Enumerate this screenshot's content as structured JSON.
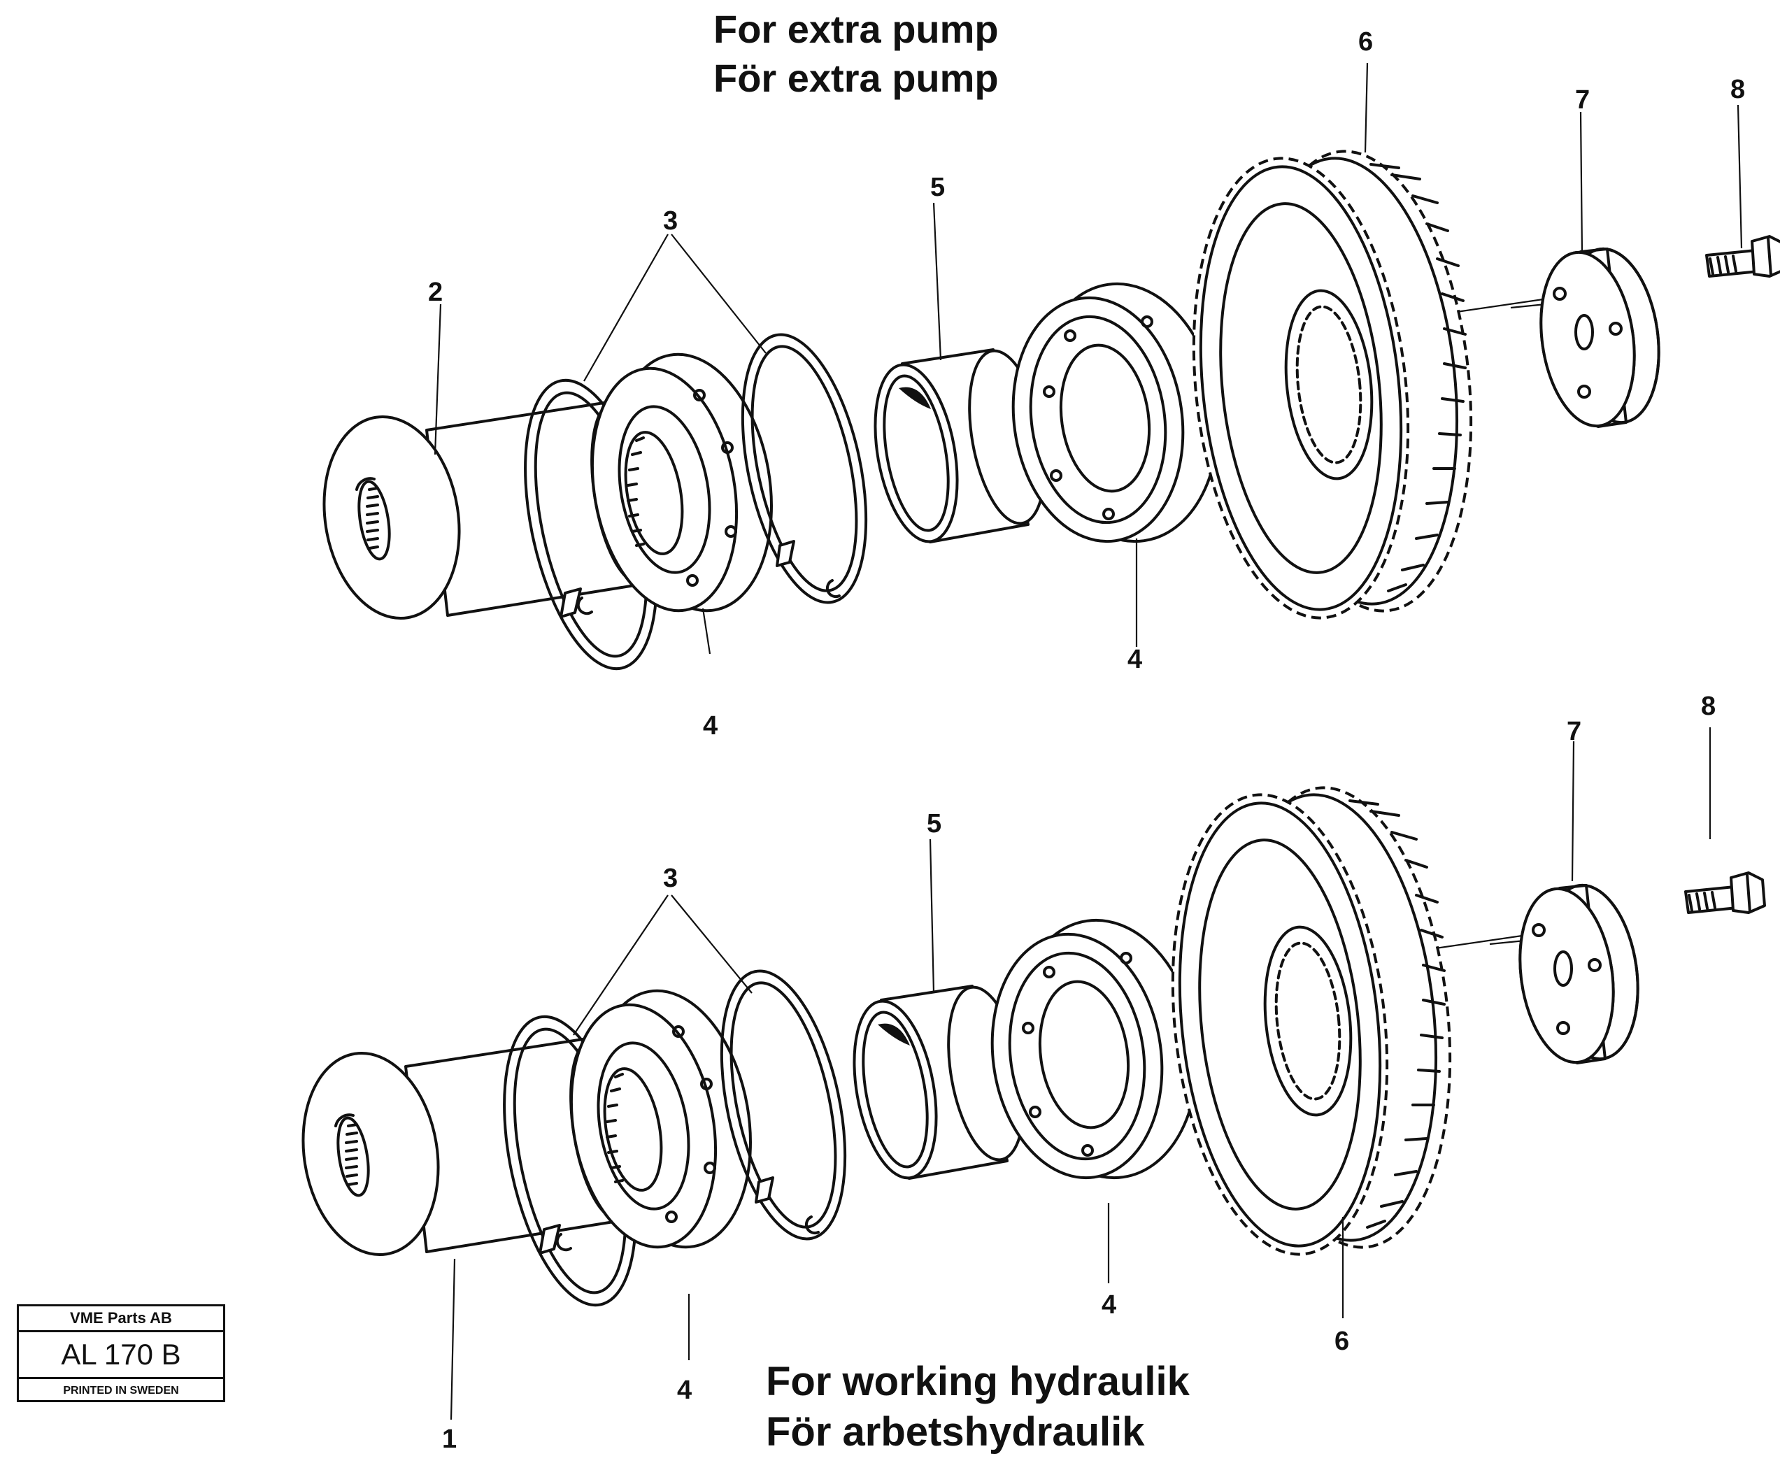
{
  "headings": {
    "top_en": "For extra pump",
    "top_sv": "För extra pump",
    "bottom_en": "For working hydraulik",
    "bottom_sv": "För arbetshydraulik"
  },
  "stamp": {
    "company": "VME Parts AB",
    "code": "AL 170 B",
    "printed": "PRINTED IN SWEDEN"
  },
  "assemblies": [
    {
      "id": "extra-pump",
      "callouts": [
        "2",
        "3",
        "4",
        "4",
        "5",
        "6",
        "7",
        "8"
      ]
    },
    {
      "id": "working-hydraulik",
      "callouts": [
        "1",
        "3",
        "4",
        "4",
        "5",
        "6",
        "7",
        "8"
      ]
    }
  ]
}
